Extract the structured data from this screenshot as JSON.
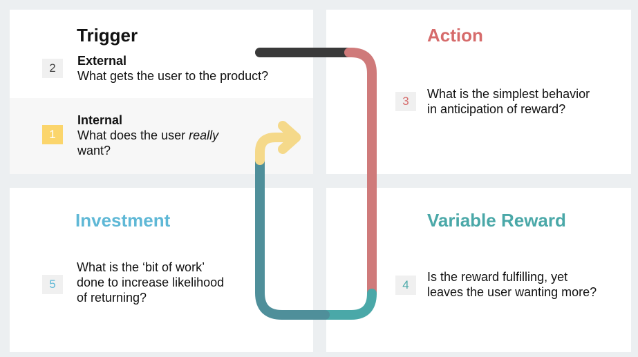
{
  "trigger": {
    "title": "Trigger",
    "external": {
      "step": "2",
      "heading": "External",
      "question": "What gets the user to the product?"
    },
    "internal": {
      "step": "1",
      "heading": "Internal",
      "question_pre": "What does the user ",
      "question_emph": "really",
      "question_line2": "want?"
    }
  },
  "action": {
    "title": "Action",
    "step": "3",
    "question_lines": [
      "What is the simplest behavior",
      "in anticipation of reward?"
    ]
  },
  "investment": {
    "title": "Investment",
    "step": "5",
    "question_lines": [
      "What is the ‘bit of work’",
      "done to increase likelihood",
      "of returning?"
    ]
  },
  "variable_reward": {
    "title": "Variable Reward",
    "step": "4",
    "question_lines": [
      "Is the reward fulfilling, yet",
      "leaves the user wanting more?"
    ]
  },
  "colors": {
    "trigger": "#111111",
    "action": "#d66b6b",
    "investment": "#5fb8d6",
    "variable_reward": "#4aa8a8",
    "internal_badge": "#fbd56c",
    "step_number": "#6f6f6f",
    "loop_dark": "#3a3a3a",
    "loop_red": "#cf7a7a",
    "loop_teal": "#4f8f9a",
    "loop_yellow": "#f5d98a"
  }
}
